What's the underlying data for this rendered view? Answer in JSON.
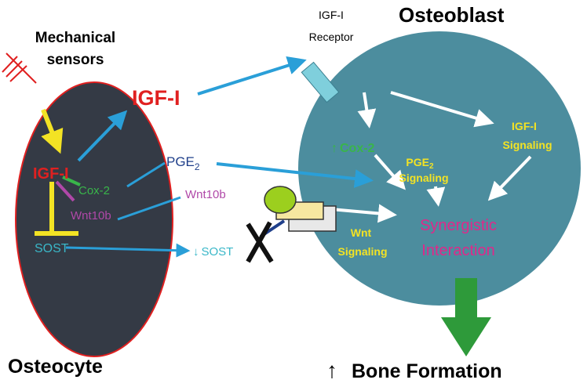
{
  "title_osteoblast": "Osteoblast",
  "label_osteocyte": "Osteocyte",
  "mechanical_sensors": [
    "Mechanical",
    "sensors"
  ],
  "igf1_secreted": "IGF-I",
  "igf1_receptor": [
    "IGF-I",
    "Receptor"
  ],
  "osteocyte": {
    "igf1": "IGF-I",
    "cox2": "Cox-2",
    "wnt10b": "Wnt10b",
    "sost": "SOST"
  },
  "mediators": {
    "pge2_base": "PGE",
    "pge2_sub": "2",
    "wnt10b": "Wnt10b",
    "sost_arrow": "↓",
    "sost": "SOST"
  },
  "osteoblast": {
    "cox2_arrow": "↑",
    "cox2": "Cox-2",
    "pge2_signaling": [
      "PGE",
      "2",
      "Signaling"
    ],
    "igf1_signaling": [
      "IGF-I",
      "Signaling"
    ],
    "synergistic": [
      "Synergistic",
      "Interaction"
    ],
    "wnt_signaling": [
      "Wnt",
      "Signaling"
    ]
  },
  "bone_formation": {
    "arrow": "↑",
    "label": "Bone Formation"
  },
  "colors": {
    "osteoblast_fill": "#4c8d9e",
    "osteocyte_fill": "#343a45",
    "osteocyte_border": "#e02020",
    "blue_arrow": "#2a9fd8",
    "red_text": "#e02020",
    "yellow": "#f3e324",
    "green": "#39b54a",
    "magenta": "#e0288a",
    "purple_wnt": "#b048a8",
    "cyan_sost": "#3ab7c8",
    "receptor": "#7fcfdc",
    "big_green_arrow": "#2e9a3a"
  }
}
